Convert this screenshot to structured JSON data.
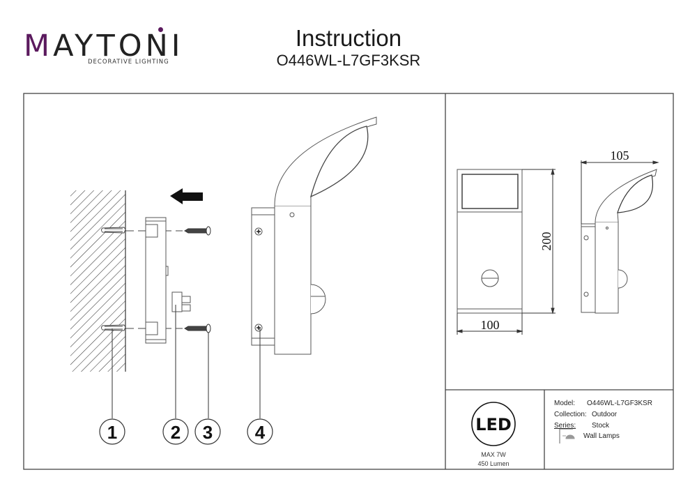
{
  "brand": {
    "name_prefix": "M",
    "name_rest": "AYTONI",
    "tagline": "DECORATIVE LIGHTING",
    "accent_color": "#5b1a5e"
  },
  "header": {
    "title": "Instruction",
    "model_code": "O446WL-L7GF3KSR"
  },
  "assembly": {
    "direction_arrow": "arrow-left",
    "callouts": [
      "1",
      "2",
      "3",
      "4"
    ]
  },
  "dimensions": {
    "width": "100",
    "height": "200",
    "depth": "105"
  },
  "led_badge": {
    "label": "LED",
    "max_power": "MAX 7W",
    "lumen": "450 Lumen"
  },
  "spec": {
    "model_label": "Model:",
    "model_value": "O446WL-L7GF3KSR",
    "collection_label": "Collection:",
    "collection_value": "Outdoor",
    "series_label": "Series:",
    "series_value": "Stock",
    "category_icon": "wall-lamp-icon",
    "category_value": "Wall Lamps"
  }
}
